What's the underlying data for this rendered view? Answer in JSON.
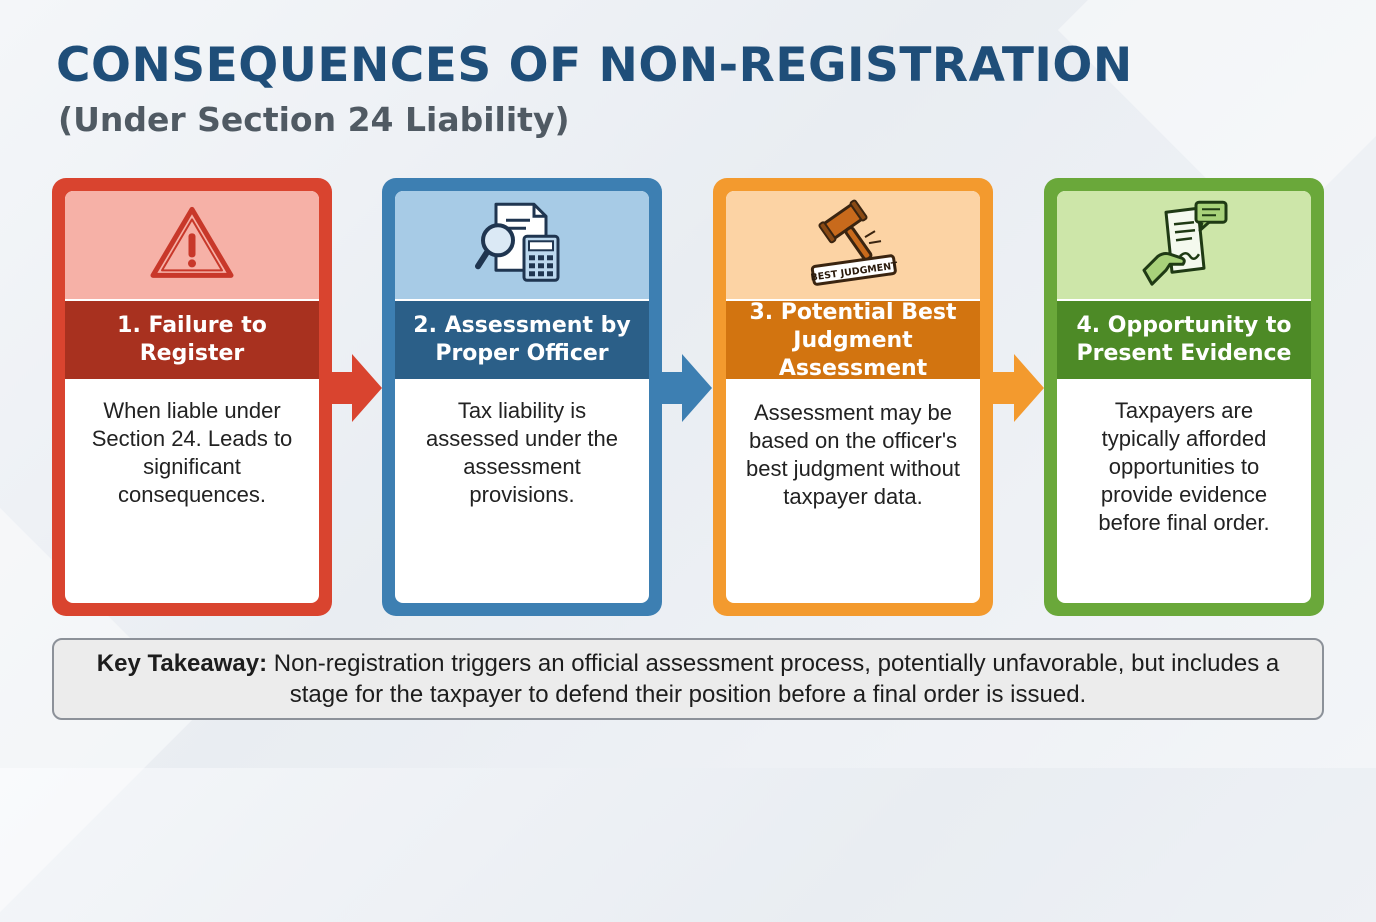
{
  "title": "CONSEQUENCES OF NON-REGISTRATION",
  "subtitle": "(Under Section 24 Liability)",
  "steps": [
    {
      "title_line1": "1. Failure to",
      "title_line2": "Register",
      "description": "When liable under Section 24. Leads to significant consequences.",
      "icon": "warning-triangle-icon",
      "color": "#c8382a"
    },
    {
      "title_line1": "2. Assessment by",
      "title_line2": "Proper Officer",
      "description": "Tax liability is assessed under the assessment provisions.",
      "icon": "magnifier-calculator-icon",
      "color": "#2f6e9e"
    },
    {
      "title_line1": "3. Potential Best",
      "title_line2": "Judgment",
      "title_line3": "Assessment",
      "stamp_text": "BEST JUDGMENT",
      "description": "Assessment may be based on the officer's best judgment without taxpayer data.",
      "icon": "gavel-stamp-icon",
      "color": "#e8861f"
    },
    {
      "title_line1": "4. Opportunity to",
      "title_line2": "Present Evidence",
      "description": "Taxpayers are typically afforded opportunities to provide evidence before final order.",
      "icon": "document-hand-chat-icon",
      "color": "#5f9e2f"
    }
  ],
  "takeaway": {
    "label": "Key Takeaway:",
    "text": "Non-registration triggers an official assessment process, potentially unfavorable, but includes a stage for the taxpayer to defend their position before a final order is issued."
  }
}
